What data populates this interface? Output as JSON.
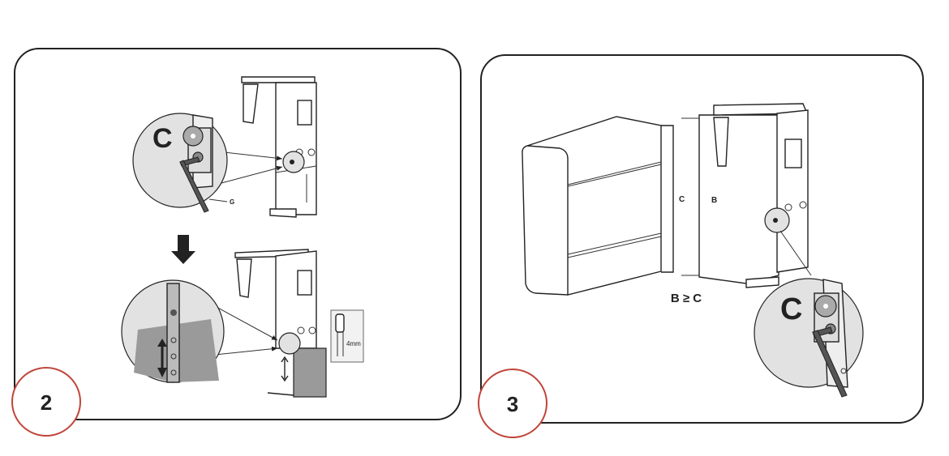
{
  "steps": [
    {
      "number": "2",
      "labels": {
        "part": "G",
        "gap": "4mm"
      }
    },
    {
      "number": "3",
      "labels": {
        "height_c": "C",
        "height_b": "B",
        "condition": "B ≥ C"
      }
    }
  ],
  "colors": {
    "step_circle": "#c0453a",
    "frame": "#222222",
    "zoom_fill": "#e2e2e2",
    "slider_fill": "#9a9a9a"
  }
}
